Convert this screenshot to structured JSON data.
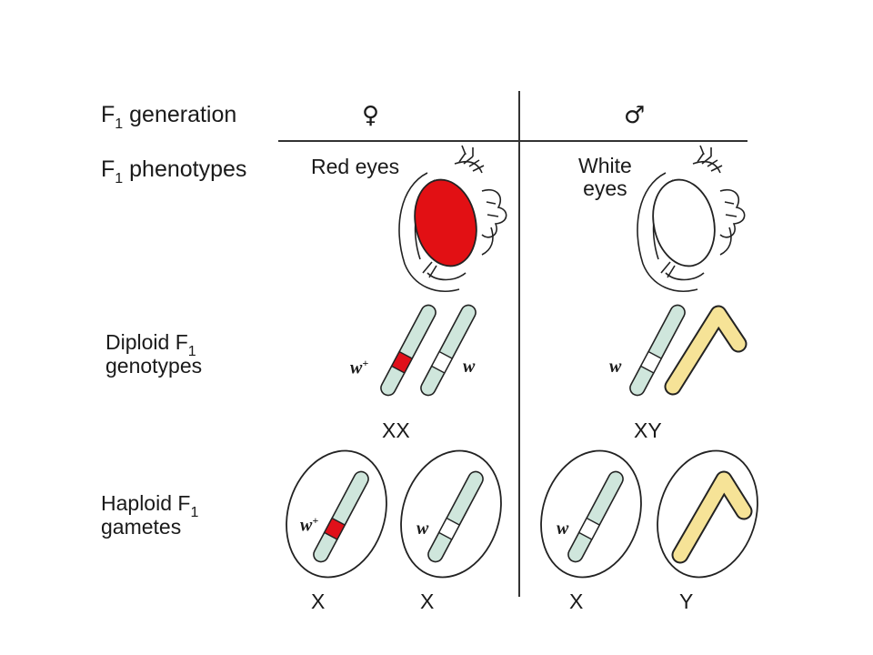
{
  "rows": {
    "generation": {
      "prefix": "F",
      "sub": "1",
      "suffix": " generation"
    },
    "phenotypes": {
      "prefix": "F",
      "sub": "1",
      "suffix": " phenotypes"
    },
    "genotypes": {
      "line1_prefix": "Diploid F",
      "line1_sub": "1",
      "line2": "genotypes"
    },
    "gametes": {
      "line1_prefix": "Haploid F",
      "line1_sub": "1",
      "line2": "gametes"
    }
  },
  "columns": {
    "female_symbol": "♀",
    "male_symbol": "♂"
  },
  "phenotypes": {
    "female": "Red eyes",
    "male_line1": "White",
    "male_line2": "eyes"
  },
  "alleles": {
    "wild": "w",
    "wild_sup": "+",
    "mutant": "w"
  },
  "genotypes": {
    "female": "XX",
    "male": "XY"
  },
  "gametes": [
    "X",
    "X",
    "X",
    "Y"
  ],
  "colors": {
    "x_chromosome": "#cfe6dc",
    "y_chromosome": "#f6e397",
    "red_allele": "#e0101a",
    "red_eye": "#e21014",
    "line": "#222222"
  }
}
